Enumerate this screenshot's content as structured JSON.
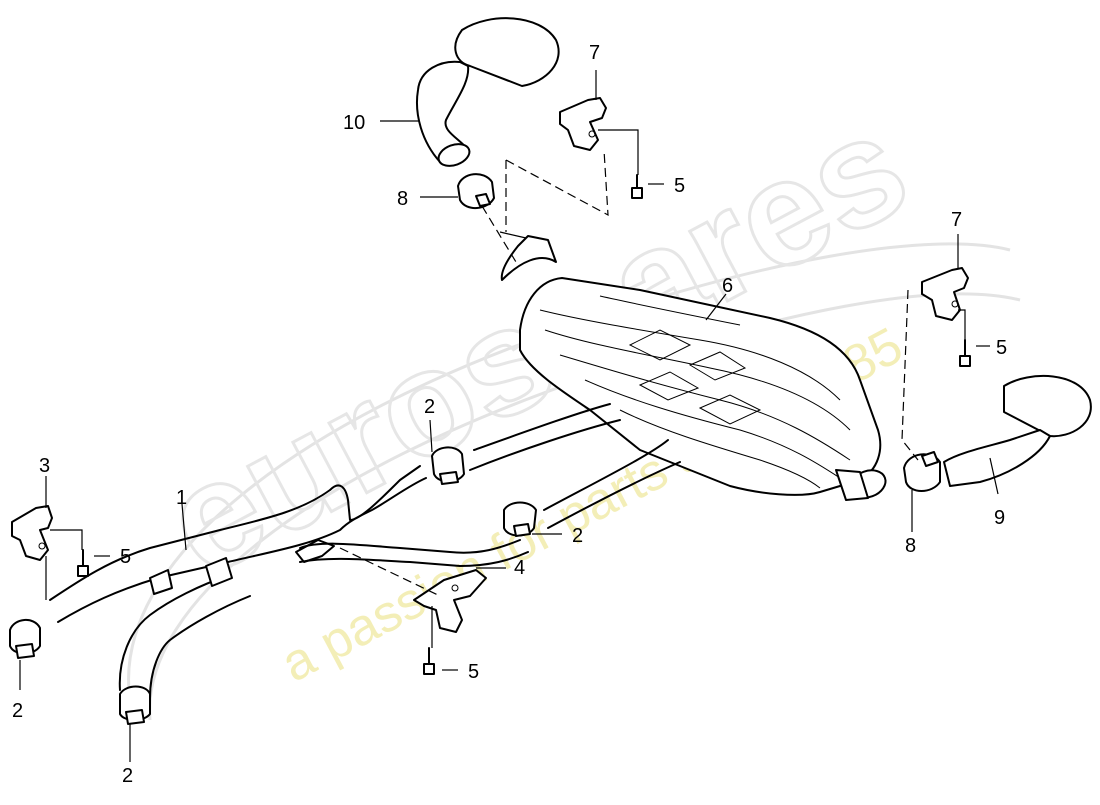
{
  "watermark": {
    "brand": "eurospares",
    "tagline": "a passion for parts since 1985",
    "tagline_color": "#efe7a0"
  },
  "callouts": [
    {
      "id": "c1",
      "label": "1"
    },
    {
      "id": "c2a",
      "label": "2"
    },
    {
      "id": "c2b",
      "label": "2"
    },
    {
      "id": "c2c",
      "label": "2"
    },
    {
      "id": "c2d",
      "label": "2"
    },
    {
      "id": "c3",
      "label": "3"
    },
    {
      "id": "c4",
      "label": "4"
    },
    {
      "id": "c5a",
      "label": "5"
    },
    {
      "id": "c5b",
      "label": "5"
    },
    {
      "id": "c5c",
      "label": "5"
    },
    {
      "id": "c5d",
      "label": "5"
    },
    {
      "id": "c6",
      "label": "6"
    },
    {
      "id": "c7a",
      "label": "7"
    },
    {
      "id": "c7b",
      "label": "7"
    },
    {
      "id": "c8a",
      "label": "8"
    },
    {
      "id": "c8b",
      "label": "8"
    },
    {
      "id": "c9",
      "label": "9"
    },
    {
      "id": "c10",
      "label": "10"
    }
  ]
}
